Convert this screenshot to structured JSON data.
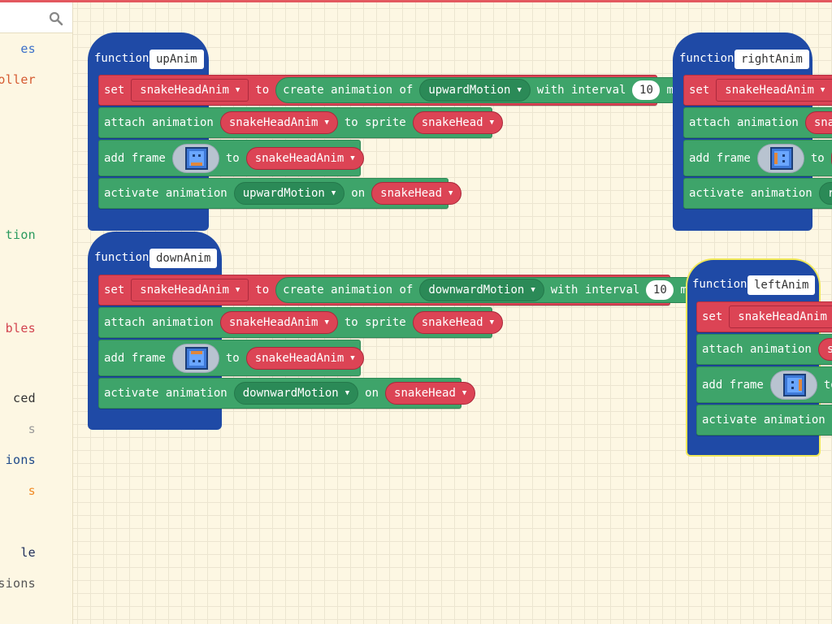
{
  "sidebar": {
    "categories": [
      {
        "label": "es",
        "color": "#3b6fc9"
      },
      {
        "label": "oller",
        "color": "#d55a30"
      },
      {
        "label": "tion",
        "color": "#2a9a5e"
      },
      {
        "label": "bles",
        "color": "#d2434f"
      },
      {
        "label": "ced",
        "color": "#333333"
      },
      {
        "label": "s",
        "color": "#999999"
      },
      {
        "label": "ions",
        "color": "#1f4a8a"
      },
      {
        "label": "s",
        "color": "#f08a24"
      },
      {
        "label": "le",
        "color": "#1f2e5a"
      },
      {
        "label": "sions",
        "color": "#555555"
      }
    ]
  },
  "blocks": {
    "function_kw": "function",
    "set_kw": "set",
    "to_kw": "to",
    "create_kw": "create animation of",
    "with_interval_kw": "with interval",
    "ms_kw": "ms",
    "attach_kw": "attach animation",
    "to_sprite_kw": "to sprite",
    "add_frame_kw": "add frame",
    "activate_kw": "activate animation",
    "on_kw": "on",
    "var_anim": "snakeHeadAnim",
    "var_sprite": "snakeHead",
    "interval": "10"
  },
  "functions": {
    "up": {
      "name": "upAnim",
      "motion": "upwardMotion"
    },
    "down": {
      "name": "downAnim",
      "motion": "downwardMotion"
    },
    "right": {
      "name": "rightAnim",
      "motion_partial": "rig"
    },
    "left": {
      "name": "leftAnim",
      "set_partial": "sn",
      "activate_partial": "l"
    }
  },
  "colors": {
    "function_blue": "#1f4aa6",
    "variables_red": "#dc4455",
    "animation_green": "#3ea46a",
    "selected_outline": "#f0e85a"
  }
}
